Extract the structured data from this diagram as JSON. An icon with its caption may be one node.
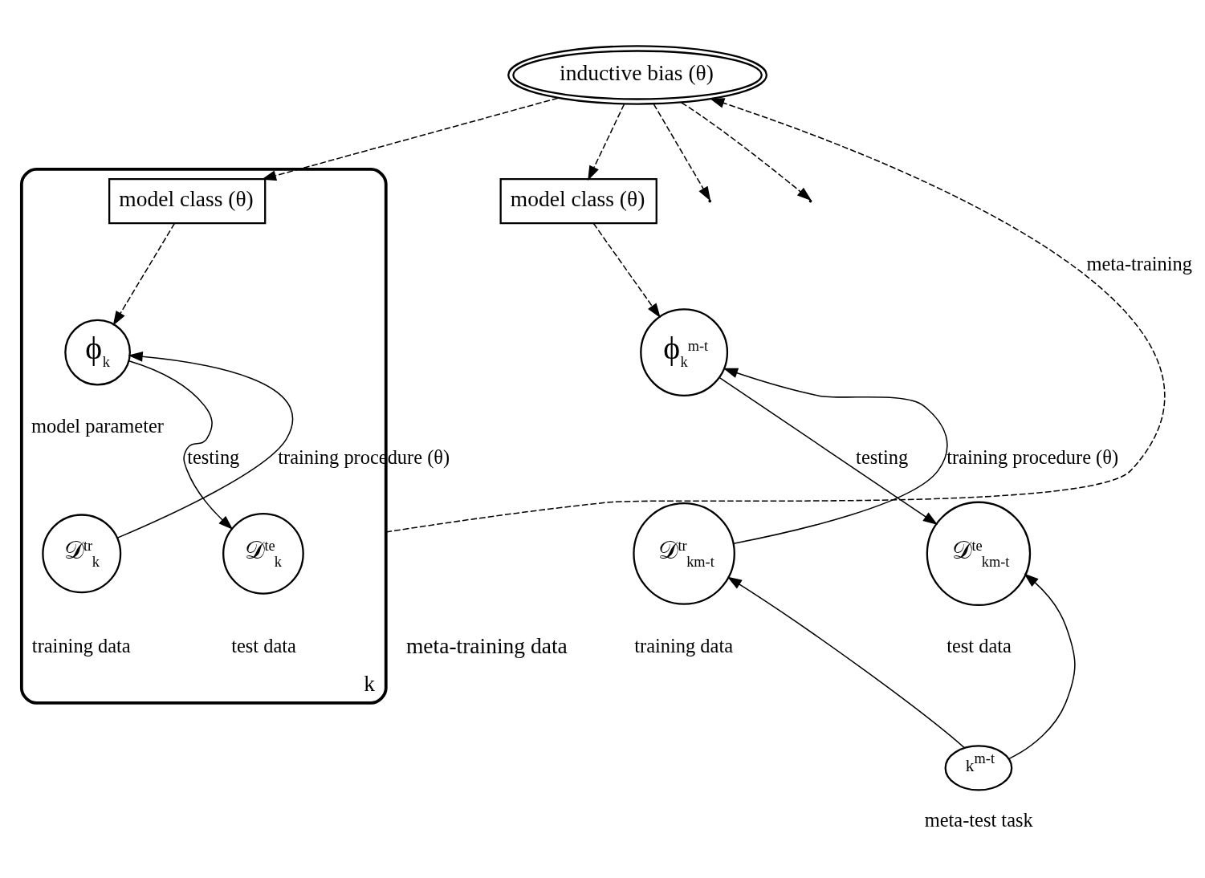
{
  "diagram": {
    "nodes": [
      {
        "text": [
          "inductive bias (θ)"
        ]
      },
      {
        "text": [
          "k"
        ],
        "beside": [
          "meta-training data"
        ]
      },
      {
        "text": [
          "model class (θ)"
        ],
        "in": 1
      },
      {
        "text": [
          "ϕ$_{k}$"
        ],
        "in": 1,
        "beside": [
          "model parameter"
        ]
      },
      {
        "text": [
          "𝒟$^{tr}$$_{k}$"
        ],
        "in": 1,
        "beside": [
          "training data"
        ]
      },
      {
        "text": [
          "𝒟$^{te}$$_{k}$"
        ],
        "in": 1,
        "beside": [
          "test data"
        ]
      },
      {
        "text": [
          "model class (θ)"
        ]
      },
      {
        "text": [
          "ϕ$_{k}$$^{m-t}$"
        ]
      },
      {
        "text": [
          "𝒟$^{tr}$$_{km-t}$"
        ],
        "beside": [
          "training data"
        ]
      },
      {
        "text": [
          "𝒟$^{te}$$_{km-t}$"
        ],
        "beside": [
          "test data"
        ]
      },
      {
        "text": [
          "k$^{m-t}$"
        ],
        "beside": [
          "meta-test task"
        ]
      }
    ],
    "edges": [
      {
        "from": 0,
        "to": null,
        "arrow": "to",
        "style": "dashed"
      },
      {
        "from": 0,
        "to": 2,
        "arrow": "to",
        "style": "dashed"
      },
      {
        "from": 0,
        "to": null,
        "arrow": "to",
        "style": "dashed"
      },
      {
        "from": 0,
        "to": 6,
        "arrow": "to",
        "style": "dashed"
      },
      {
        "from": 1,
        "to": 0,
        "arrow": "to",
        "label": "meta-training",
        "style": "dashed"
      },
      {
        "from": 2,
        "to": 3,
        "arrow": "to",
        "style": "dashed"
      },
      {
        "from": 4,
        "to": 3,
        "arrow": "to",
        "label": "training procedure (θ)"
      },
      {
        "from": 3,
        "to": 5,
        "arrow": "to",
        "label": "testing"
      },
      {
        "from": 6,
        "to": 7,
        "arrow": "to",
        "style": "dashed"
      },
      {
        "from": 8,
        "to": 7,
        "arrow": "to",
        "label": "training procedure (θ)"
      },
      {
        "from": 7,
        "to": 9,
        "arrow": "to",
        "label": "testing"
      },
      {
        "from": 10,
        "to": 8,
        "arrow": "to"
      },
      {
        "from": 10,
        "to": 9,
        "arrow": "to"
      }
    ]
  }
}
